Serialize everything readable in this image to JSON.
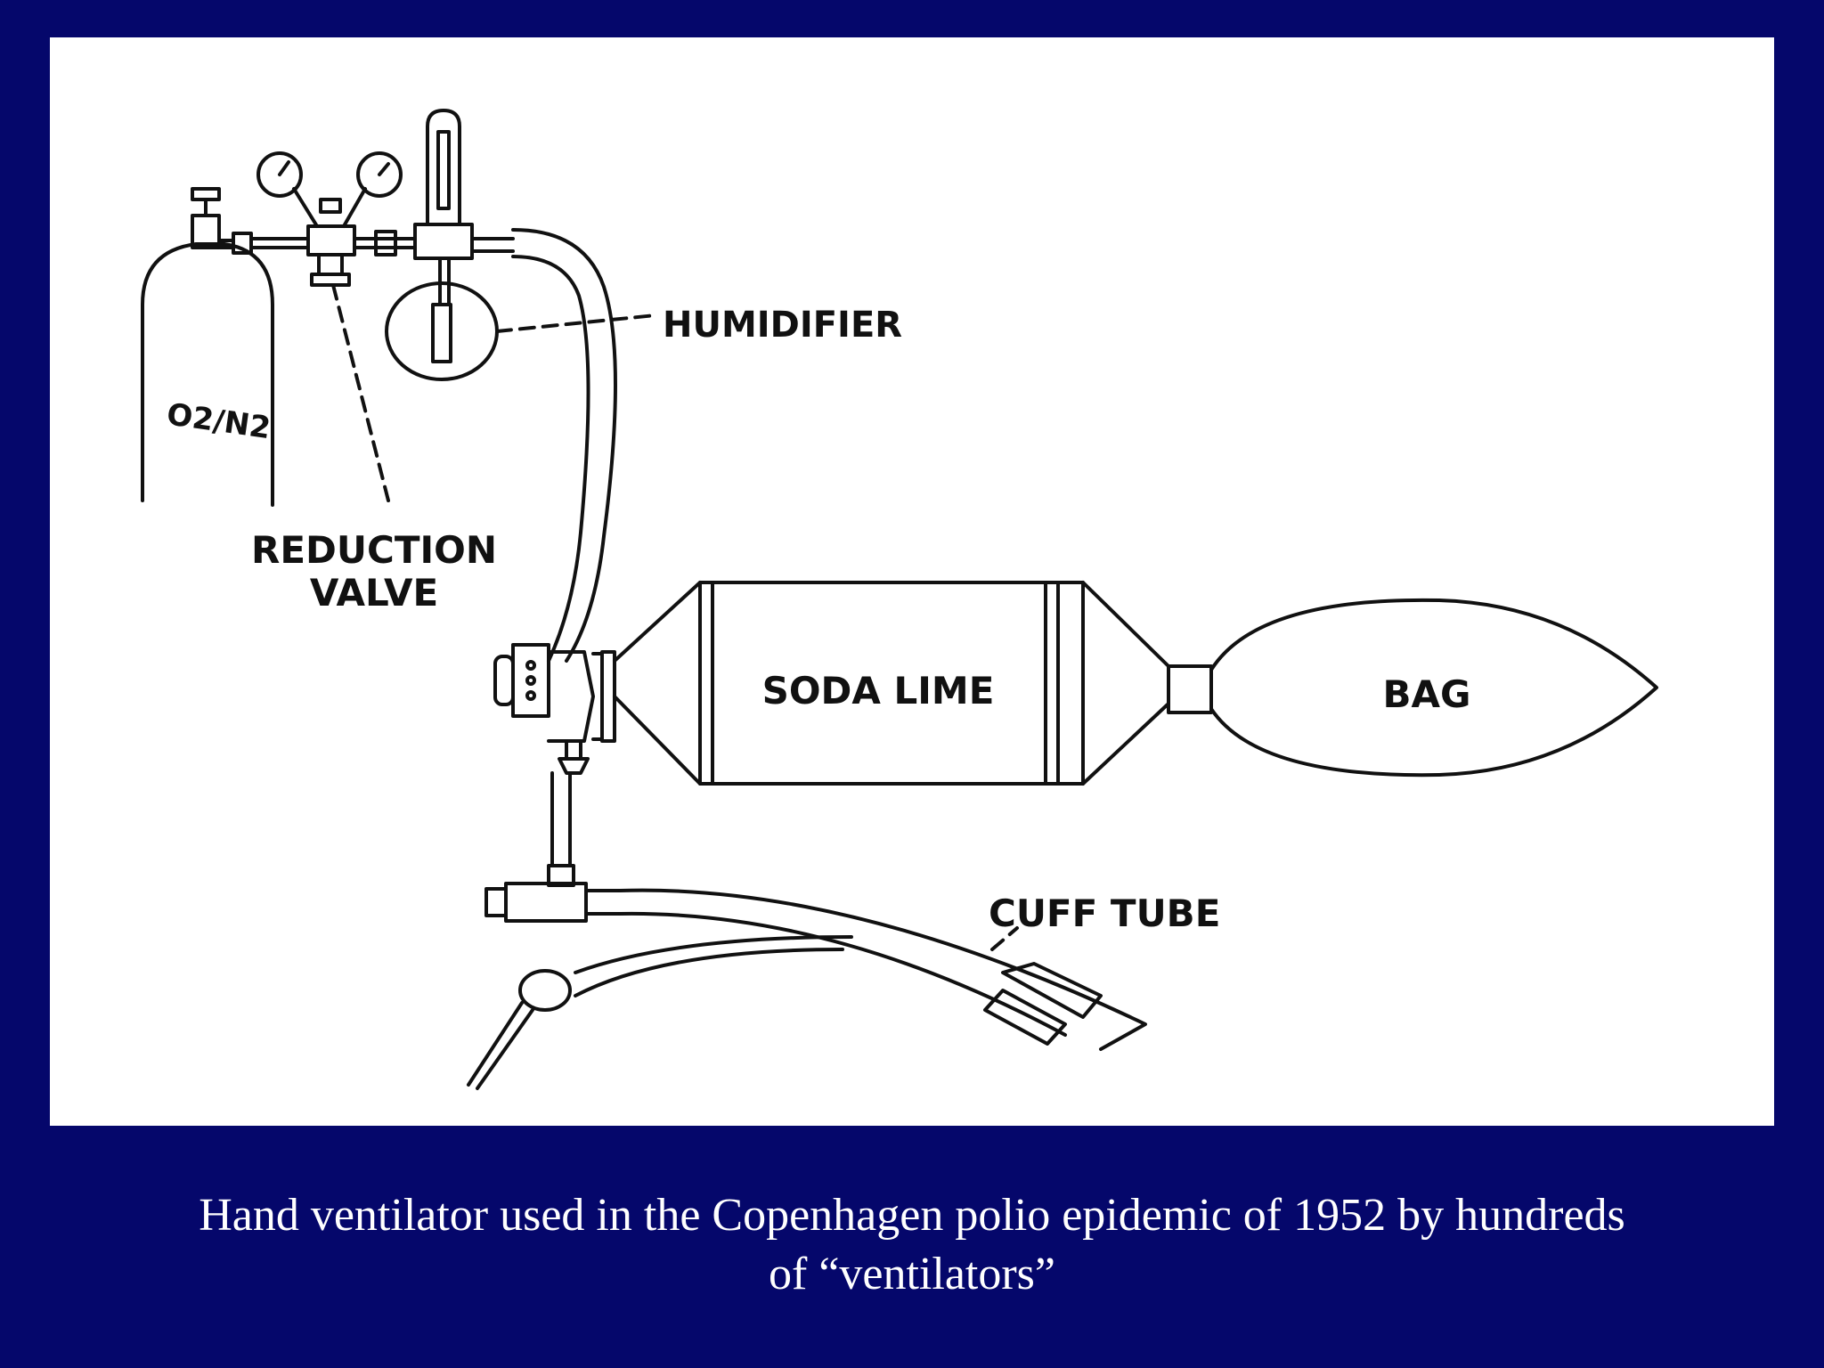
{
  "diagram": {
    "labels": {
      "gas": "O2/N2",
      "reduction_valve": [
        "REDUCTION",
        "VALVE"
      ],
      "humidifier": "HUMIDIFIER",
      "soda_lime": "SODA LIME",
      "bag": "BAG",
      "cuff_tube": "CUFF TUBE"
    }
  },
  "caption": {
    "line1": "Hand ventilator used in the Copenhagen polio epidemic of 1952 by hundreds",
    "line2": "of  “ventilators”"
  },
  "colors": {
    "slide_background": "#05076b",
    "panel_background": "#ffffff",
    "line_art": "#111111",
    "caption_text": "#ffffff"
  }
}
